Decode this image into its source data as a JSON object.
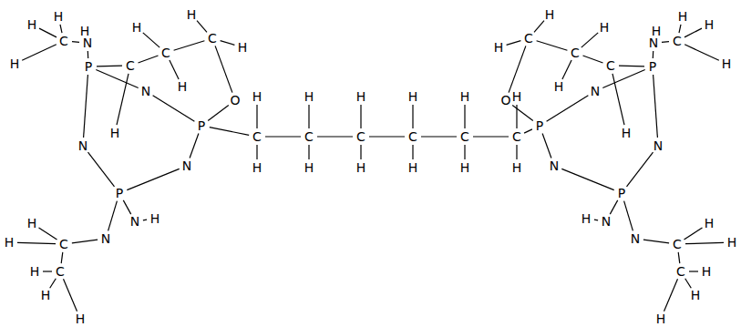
{
  "diagram": {
    "labels": [
      "H",
      "H",
      "H",
      "C",
      "N",
      "H",
      "P",
      "C",
      "H",
      "N",
      "N",
      "P",
      "N",
      "P",
      "O",
      "C",
      "H",
      "H",
      "C",
      "H",
      "H",
      "N",
      "H",
      "C",
      "H",
      "H",
      "C",
      "H",
      "H",
      "H",
      "N",
      "H",
      "C",
      "H",
      "H",
      "C",
      "H",
      "H",
      "C",
      "H",
      "H",
      "C",
      "H",
      "H",
      "C",
      "H",
      "H",
      "C",
      "H",
      "H",
      "H",
      "H",
      "C",
      "N",
      "H",
      "P",
      "C",
      "H",
      "N",
      "N",
      "P",
      "N",
      "P",
      "O",
      "C",
      "H",
      "H",
      "C",
      "H",
      "H",
      "N",
      "H",
      "C",
      "H",
      "H",
      "C",
      "H",
      "H",
      "H",
      "N"
    ]
  }
}
